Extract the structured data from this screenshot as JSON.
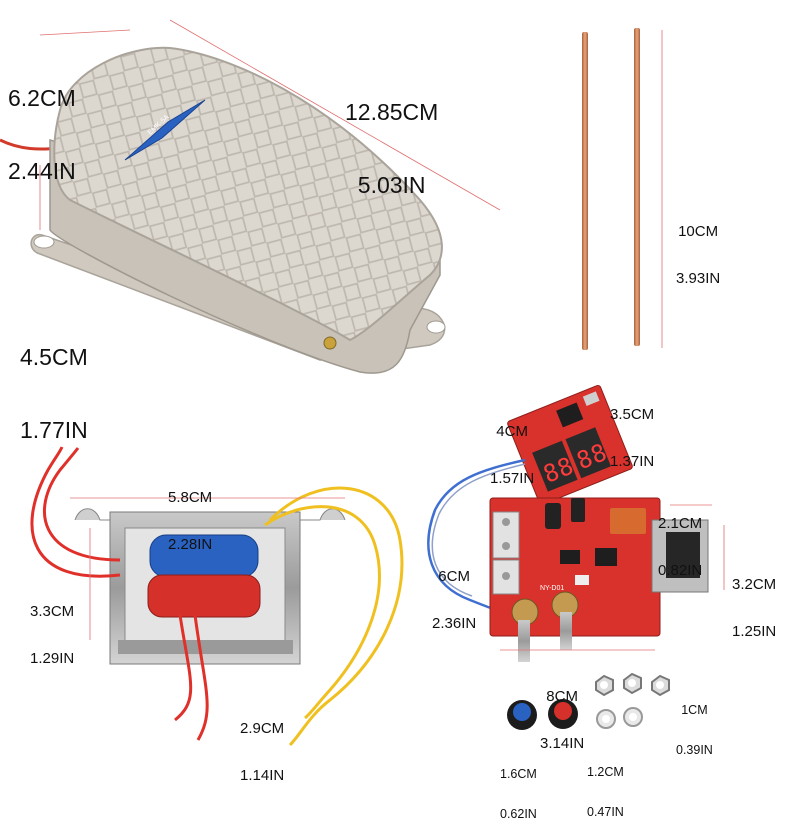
{
  "pedal": {
    "width_cm": "6.2CM",
    "width_in": "2.44IN",
    "length_cm": "12.85CM",
    "length_in": "5.03IN",
    "height_cm": "4.5CM",
    "height_in": "1.77IN",
    "badge_text": "EMK-5A"
  },
  "rods": {
    "length_cm": "10CM",
    "length_in": "3.93IN"
  },
  "display_board": {
    "width_cm": "4CM",
    "width_in": "1.57IN",
    "depth_cm": "3.5CM",
    "depth_in": "1.37IN"
  },
  "control_board": {
    "height_cm": "6CM",
    "height_in": "2.36IN",
    "width_cm": "8CM",
    "width_in": "3.14IN",
    "label": "NY-D01"
  },
  "heatsink": {
    "width_cm": "2.1CM",
    "width_in": "0.82IN",
    "height_cm": "3.2CM",
    "height_in": "1.25IN"
  },
  "transformer": {
    "width_cm": "5.8CM",
    "width_in": "2.28IN",
    "height_cm": "3.3CM",
    "height_in": "1.29IN",
    "depth_cm": "2.9CM",
    "depth_in": "1.14IN"
  },
  "nuts": {
    "size_cm": "1CM",
    "size_in": "0.39IN"
  },
  "knobs": {
    "size_cm": "1.6CM",
    "size_in": "0.62IN"
  },
  "washers": {
    "size_cm": "1.2CM",
    "size_in": "0.47IN"
  },
  "colors": {
    "pedal_body": "#dcd7cf",
    "pcb_red": "#d9312b",
    "copper": "#c9865a",
    "coil_blue": "#2a62c2",
    "coil_red": "#d6302a",
    "wire_yellow": "#f0c020",
    "wire_red": "#e0302a",
    "wire_blue": "#3f6fd0"
  }
}
